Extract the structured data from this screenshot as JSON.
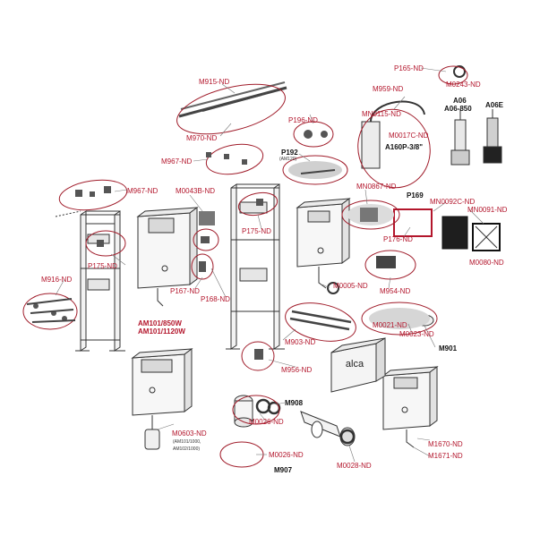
{
  "colors": {
    "accent": "#b3162c",
    "part_label": "#b3162c",
    "model_label": "#111111",
    "callout_ellipse": "#a01c2a",
    "line_art": "#333333"
  },
  "labels": {
    "M915": "M915-ND",
    "M970": "M970-ND",
    "M967_top": "M967-ND",
    "M967_left": "M967-ND",
    "M0043B": "M0043B-ND",
    "P196": "P196-ND",
    "P192": "P192",
    "P192_sub": "(AM120)",
    "M959": "M959-ND",
    "P165": "P165-ND",
    "M0243": "M0243-ND",
    "MN0115": "MN0115-ND",
    "M0017C": "M0017C-ND",
    "A160P": "A160P-3/8\"",
    "A06": "A06",
    "A06_850": "A06-850",
    "A06E": "A06E",
    "MN0867": "MN0867-ND",
    "P169": "P169",
    "MN0092C": "MN0092C-ND",
    "MN0091": "MN0091-ND",
    "P176": "P176-ND",
    "M0080": "M0080-ND",
    "P175_left": "P175-ND",
    "P175_mid": "P175-ND",
    "M916": "M916-ND",
    "P167": "P167-ND",
    "P168": "P168-ND",
    "AM101_850": "AM101/850W",
    "AM101_1120": "AM101/1120W",
    "M954": "M954-ND",
    "M0005": "M0005-ND",
    "M0021": "M0021-ND",
    "M0023": "M0023-ND",
    "M901": "M901",
    "M903": "M903-ND",
    "M956": "M956-ND",
    "M908": "M908",
    "M0026_top": "M0026-ND",
    "M0026_bottom": "M0026-ND",
    "M907": "M907",
    "M0603": "M0603-ND",
    "M0603_sub1": "(AM101/1000,",
    "M0603_sub2": "AM102/1000)",
    "M0028": "M0028-ND",
    "M1670": "M1670-ND",
    "M1671": "M1671-ND",
    "alca": "alca"
  }
}
